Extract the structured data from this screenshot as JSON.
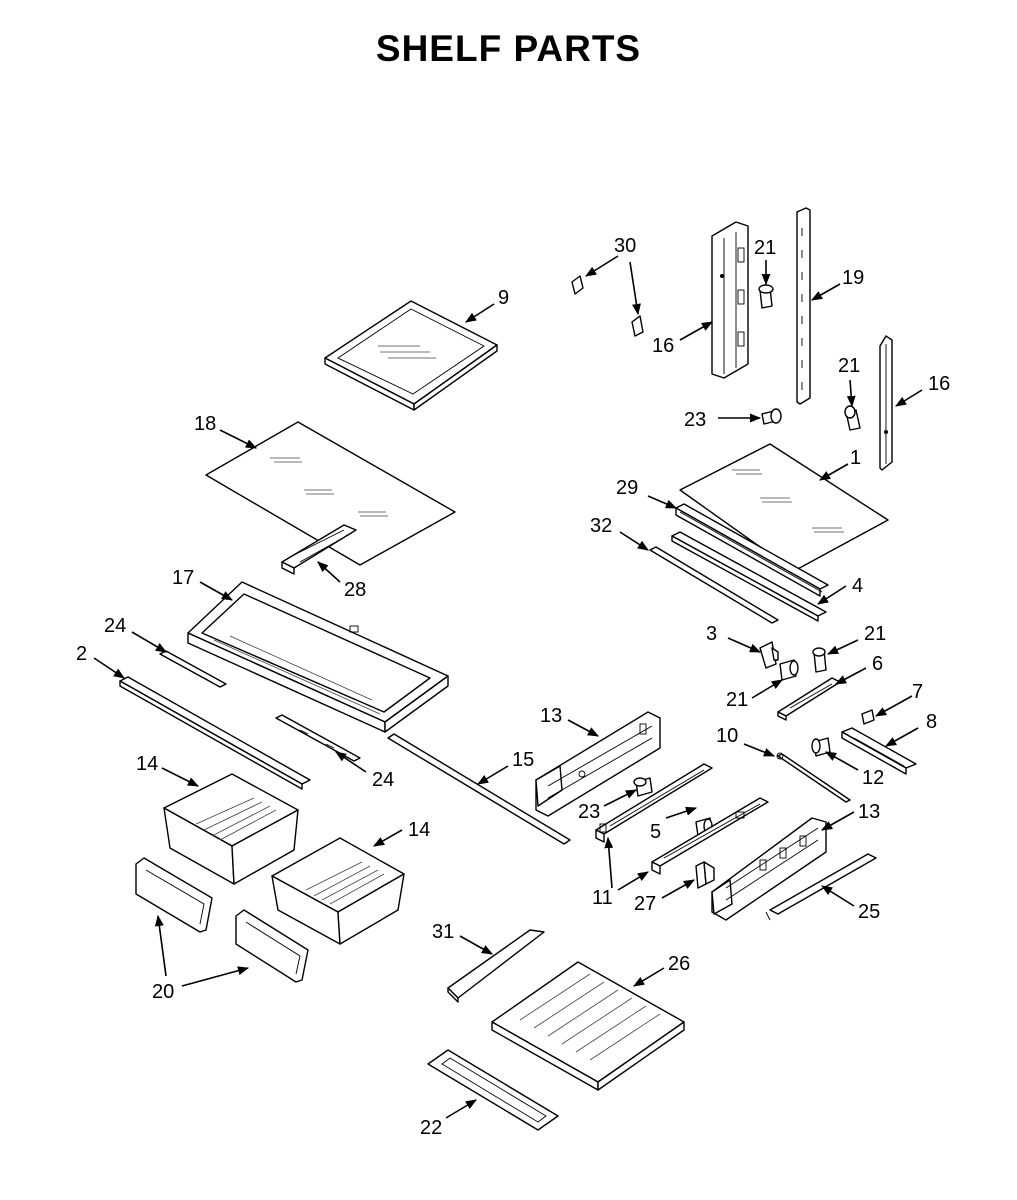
{
  "title": "SHELF PARTS",
  "callouts": {
    "c30": "30",
    "c21a": "21",
    "c19": "19",
    "c9": "9",
    "c16a": "16",
    "c21b": "21",
    "c16b": "16",
    "c23a": "23",
    "c18": "18",
    "c1": "1",
    "c29": "29",
    "c32": "32",
    "c28": "28",
    "c17": "17",
    "c4": "4",
    "c24a": "24",
    "c2": "2",
    "c3": "3",
    "c21c": "21",
    "c6": "6",
    "c21d": "21",
    "c7": "7",
    "c8": "8",
    "c13a": "13",
    "c10": "10",
    "c14a": "14",
    "c24b": "24",
    "c15": "15",
    "c12": "12",
    "c23b": "23",
    "c13b": "13",
    "c5": "5",
    "c14b": "14",
    "c11": "11",
    "c27": "27",
    "c25": "25",
    "c31": "31",
    "c26": "26",
    "c20": "20",
    "c22": "22"
  }
}
